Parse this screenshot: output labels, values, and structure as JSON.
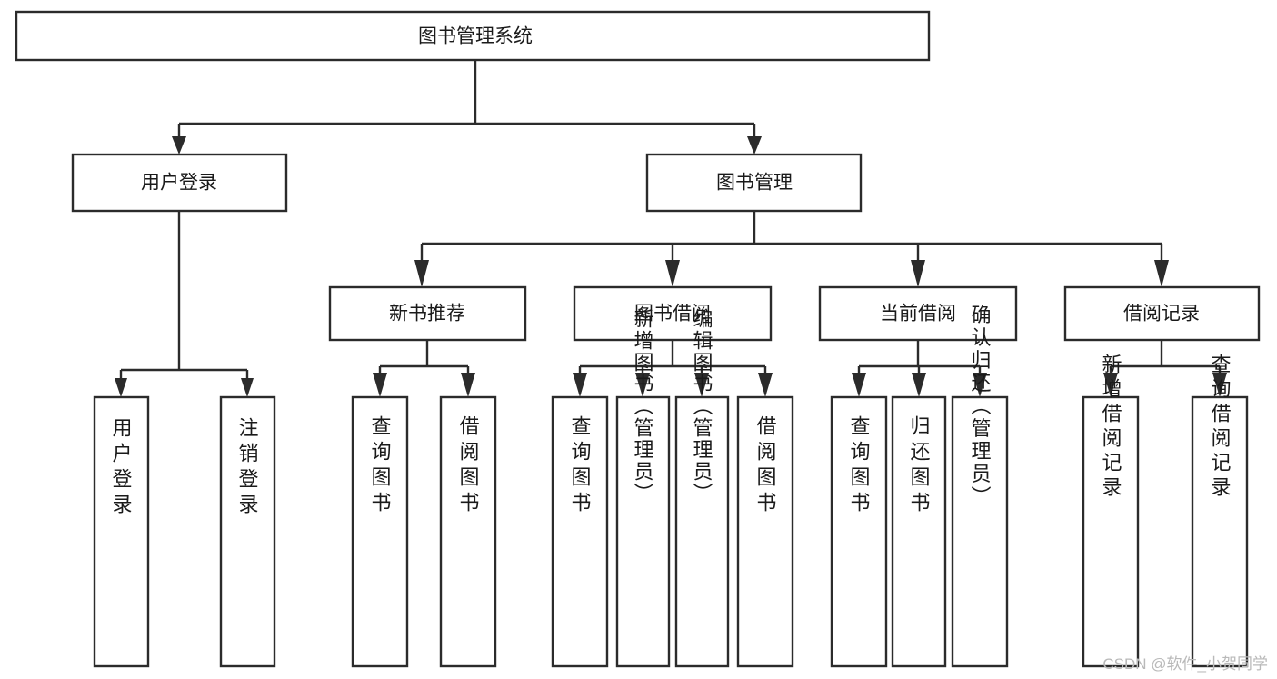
{
  "diagram": {
    "type": "tree-hierarchy",
    "title": "图书管理系统",
    "orientation": "top-down",
    "colors": {
      "box_stroke": "#2b2b2b",
      "box_fill": "#ffffff",
      "connector": "#2b2b2b",
      "text": "#1a1a1a",
      "background": "#ffffff",
      "watermark": "#b9b9b9"
    },
    "root": {
      "label": "图书管理系统"
    },
    "level2": [
      {
        "label": "用户登录"
      },
      {
        "label": "图书管理"
      }
    ],
    "level3": [
      {
        "label": "新书推荐"
      },
      {
        "label": "图书借阅"
      },
      {
        "label": "当前借阅"
      },
      {
        "label": "借阅记录"
      }
    ],
    "leaves": {
      "user_login": [
        {
          "label": "用户登录"
        },
        {
          "label": "注销登录"
        }
      ],
      "new_book_recommend": [
        {
          "label": "查询图书"
        },
        {
          "label": "借阅图书"
        }
      ],
      "book_borrow": [
        {
          "label": "查询图书"
        },
        {
          "label": "新增图书（管理员）"
        },
        {
          "label": "编辑图书（管理员）"
        },
        {
          "label": "借阅图书"
        }
      ],
      "current_borrow": [
        {
          "label": "查询图书"
        },
        {
          "label": "归还图书"
        },
        {
          "label": "确认归还（管理员）"
        }
      ],
      "borrow_records": [
        {
          "label": "新增借阅记录"
        },
        {
          "label": "查询借阅记录"
        }
      ]
    }
  },
  "watermark": {
    "text": "CSDN @软件_小贺同学"
  }
}
